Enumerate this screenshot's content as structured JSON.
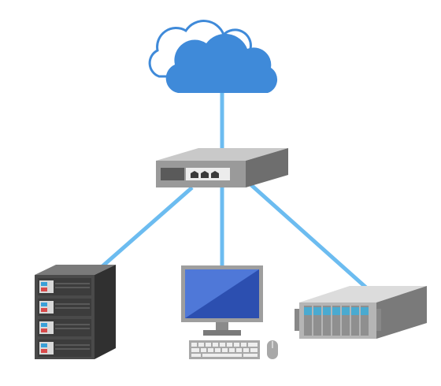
{
  "diagram": {
    "nodes": [
      {
        "id": "cloud",
        "icon": "cloud-icon"
      },
      {
        "id": "switch",
        "icon": "network-switch-icon"
      },
      {
        "id": "rack-server",
        "icon": "rack-server-icon"
      },
      {
        "id": "workstation",
        "icon": "desktop-computer-icon"
      },
      {
        "id": "storage-server",
        "icon": "storage-server-icon"
      }
    ],
    "links": [
      {
        "from": "cloud",
        "to": "switch"
      },
      {
        "from": "switch",
        "to": "rack-server"
      },
      {
        "from": "switch",
        "to": "workstation"
      },
      {
        "from": "switch",
        "to": "storage-server"
      }
    ]
  },
  "colors": {
    "link": "#6cbcf0",
    "cloud": "#3f8ad9",
    "switch_body": "#8e8e8e",
    "server_body": "#4a4a4a",
    "monitor_screen": "#2c4fb0",
    "storage_body": "#b5b5b5",
    "drive_bay": "#4aaad0"
  }
}
